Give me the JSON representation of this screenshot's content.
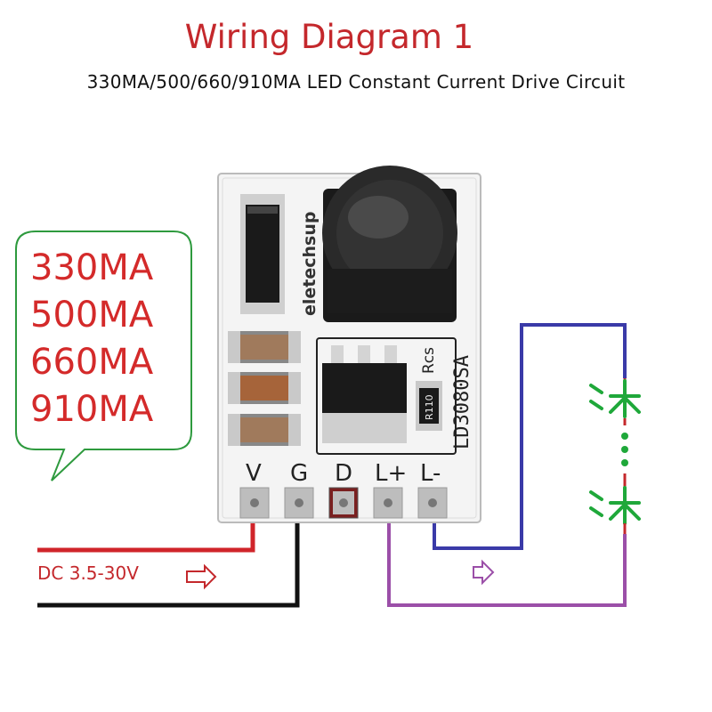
{
  "title": "Wiring Diagram 1",
  "subtitle": "330MA/500/660/910MA LED Constant Current Drive Circuit",
  "current_options": [
    "330MA",
    "500MA",
    "660MA",
    "910MA"
  ],
  "board": {
    "brand": "eletechsup",
    "model": "LD3080SA",
    "sense_resistor_label": "Rcs",
    "sense_resistor_value": "R110",
    "pins": [
      "V",
      "G",
      "D",
      "L+",
      "L-"
    ]
  },
  "power_label": "DC 3.5-30V",
  "colors": {
    "title": "#c4282c",
    "bubble_border": "#2e9a3e",
    "positive_wire": "#d0242a",
    "ground_wire": "#111111",
    "led_positive_wire": "#9b4fa8",
    "led_negative_wire": "#3a3aa8",
    "led_symbol": "#1fa83a"
  }
}
